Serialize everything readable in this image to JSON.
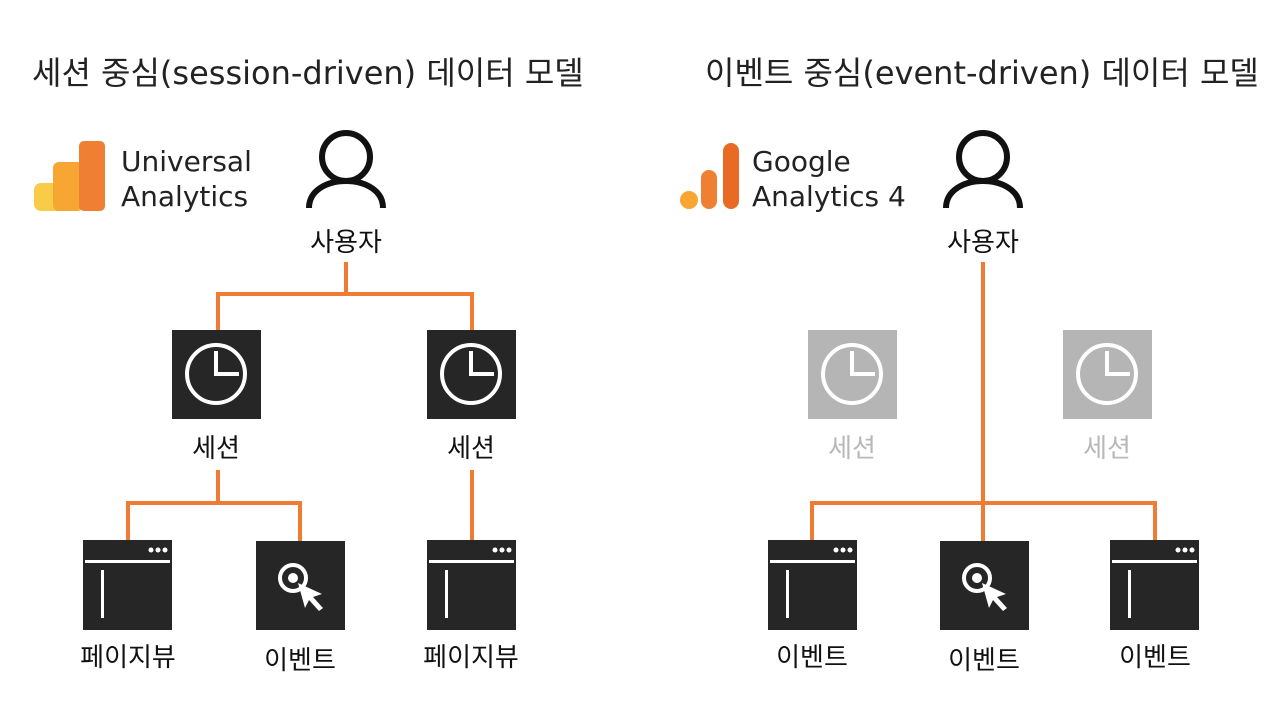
{
  "left": {
    "title": "세션 중심(session-driven) 데이터 모델",
    "product_line1": "Universal",
    "product_line2": "Analytics",
    "user_label": "사용자",
    "session_labels": [
      "세션",
      "세션"
    ],
    "leaf_labels": [
      "페이지뷰",
      "이벤트",
      "페이지뷰"
    ]
  },
  "right": {
    "title": "이벤트 중심(event-driven) 데이터 모델",
    "product_line1": "Google",
    "product_line2": "Analytics 4",
    "user_label": "사용자",
    "session_labels": [
      "세션",
      "세션"
    ],
    "leaf_labels": [
      "이벤트",
      "이벤트",
      "이벤트"
    ]
  },
  "colors": {
    "connector": "#f07c34",
    "tile": "#262626",
    "tile_faded": "#b5b5b5",
    "ua_logo": [
      "#f9cb46",
      "#f7a633",
      "#ee7f33"
    ],
    "ga4_logo": [
      "#f7a633",
      "#ee7f33",
      "#e86a25"
    ]
  }
}
